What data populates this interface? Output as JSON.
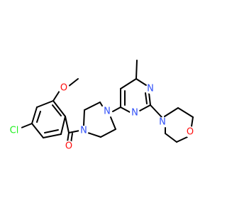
{
  "colors": {
    "bond": "#000000",
    "oxygen": "#ff0d0d",
    "nitrogen": "#3050f8",
    "chlorine": "#1ff01f",
    "background": "#ffffff"
  },
  "atoms": {
    "cl": "Cl",
    "o_carbonyl": "O",
    "o_methoxy": "O",
    "n_piperazine_amide": "N",
    "n_piperazine_pyrimidine": "N",
    "n_pyrimidine_1": "N",
    "n_pyrimidine_3": "N",
    "n_morpholine": "N",
    "o_morpholine": "O"
  }
}
